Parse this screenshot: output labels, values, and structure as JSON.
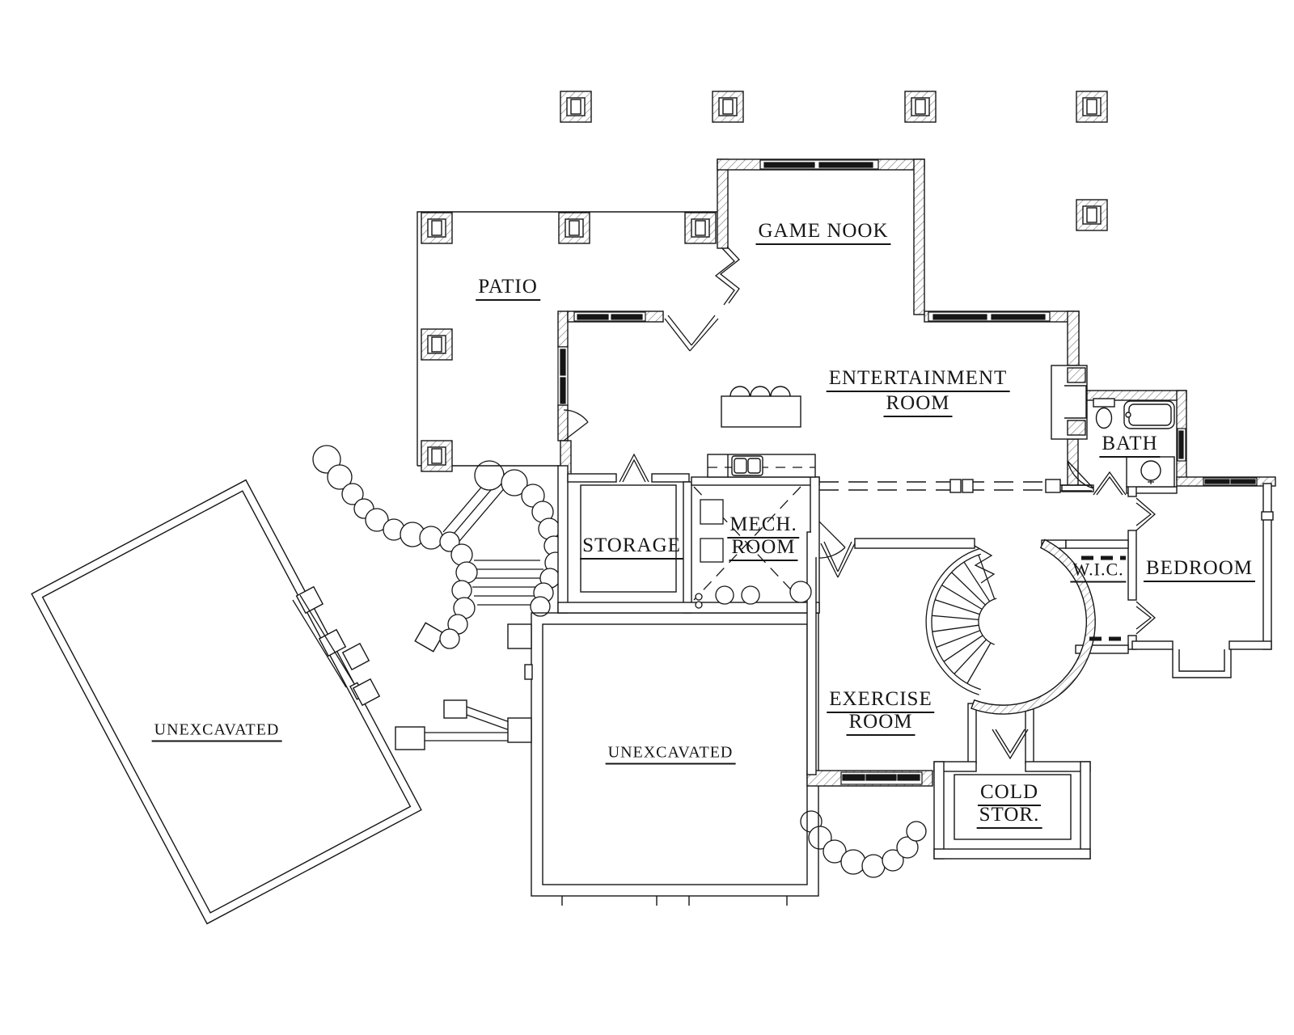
{
  "drawing_type": "basement floor plan",
  "colors": {
    "ink": "#161616",
    "paper": "#ffffff"
  },
  "rooms": {
    "patio": {
      "label": "PATIO"
    },
    "game_nook": {
      "label": "GAME NOOK"
    },
    "entertainment": {
      "line1": "ENTERTAINMENT",
      "line2": "ROOM"
    },
    "bath": {
      "label": "BATH"
    },
    "storage": {
      "label": "STORAGE"
    },
    "mech": {
      "line1": "MECH.",
      "line2": "ROOM"
    },
    "wic": {
      "label": "W.I.C."
    },
    "bedroom": {
      "label": "BEDROOM"
    },
    "exercise": {
      "line1": "EXERCISE",
      "line2": "ROOM"
    },
    "cold_storage": {
      "line1": "COLD",
      "line2": "STOR."
    },
    "unexcavated_left": {
      "label": "UNEXCAVATED"
    },
    "unexcavated_center": {
      "label": "UNEXCAVATED"
    }
  }
}
